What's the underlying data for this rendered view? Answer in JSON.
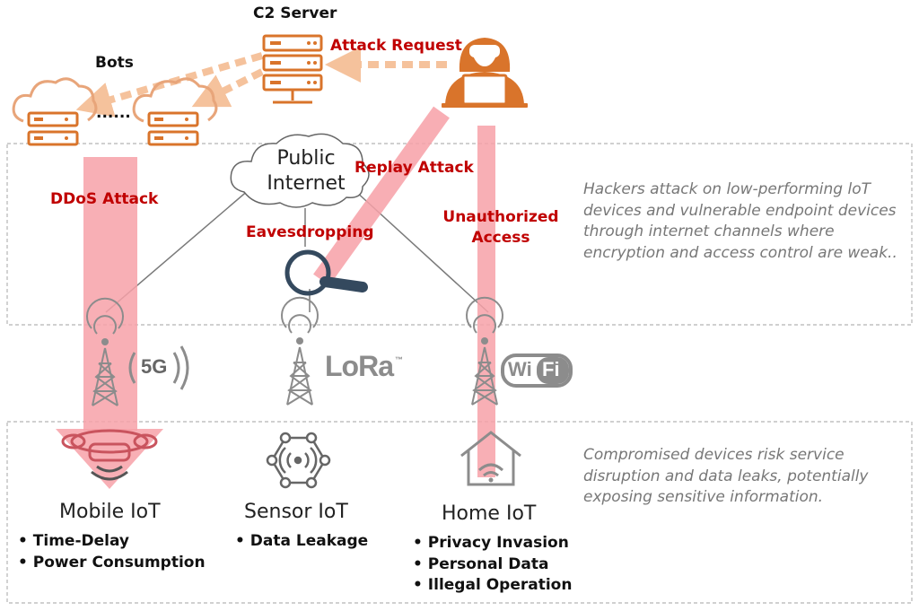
{
  "labels": {
    "c2_server": "C2 Server",
    "bots": "Bots",
    "bots_dots": "......",
    "attack_request": "Attack Request",
    "public_internet_line1": "Public",
    "public_internet_line2": "Internet",
    "ddos_attack": "DDoS Attack",
    "replay_attack": "Replay Attack",
    "eavesdropping": "Eavesdropping",
    "unauthorized_line1": "Unauthorized",
    "unauthorized_line2": "Access"
  },
  "zones": {
    "network_desc": "Hackers attack on low-performing loT devices and vulnerable endpoint devices through internet channels where encryption and access control are weak..",
    "device_desc": "Compromised devices risk service disruption and data leaks, potentially exposing sensitive information."
  },
  "towers": {
    "five_g": "5G",
    "lora": "LoRa",
    "lora_tm": "™",
    "wifi_a": "Wi",
    "wifi_b": "Fi"
  },
  "devices": {
    "mobile": {
      "name": "Mobile IoT",
      "risks": [
        "Time-Delay",
        "Power Consumption"
      ]
    },
    "sensor": {
      "name": "Sensor IoT",
      "risks": [
        "Data Leakage"
      ]
    },
    "home": {
      "name": "Home IoT",
      "risks": [
        "Privacy Invasion",
        "Personal Data",
        "Illegal Operation"
      ]
    }
  },
  "colors": {
    "attack_red": "#c00000",
    "beam_pink": "#f7a1a8",
    "dashed_orange": "#f5c29c",
    "icon_orange": "#d9742b",
    "tower_gray": "#8c8c8c",
    "desc_gray": "#777777",
    "magnifier_navy": "#34495e"
  }
}
